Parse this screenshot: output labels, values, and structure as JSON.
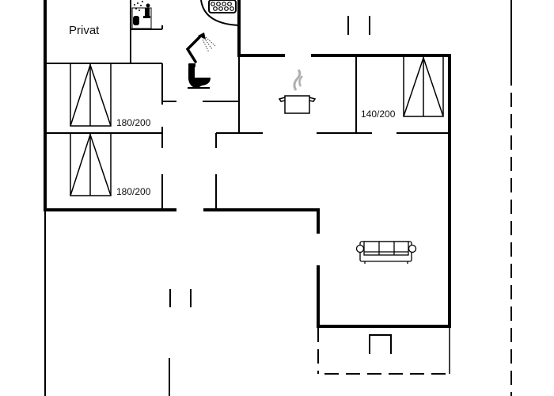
{
  "floorplan": {
    "rooms": {
      "privat": {
        "label": "Privat"
      },
      "bedroom_1": {
        "bed_size": "180/200"
      },
      "bedroom_2": {
        "bed_size": "180/200"
      },
      "bedroom_3": {
        "bed_size": "140/200"
      }
    },
    "icons": [
      "sauna-icon",
      "whirlpool-icon",
      "shower-icon",
      "toilet-icon",
      "cooking-pot-icon",
      "sofa-icon",
      "bed-icon"
    ],
    "colors": {
      "wall": "#000000",
      "background": "#ffffff",
      "steam": "#b0b0b0"
    }
  }
}
